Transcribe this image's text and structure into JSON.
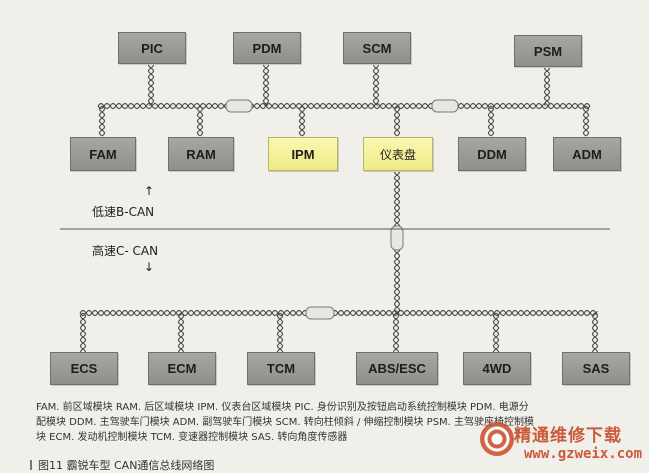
{
  "top_modules": [
    {
      "label": "PIC",
      "highlight": false
    },
    {
      "label": "PDM",
      "highlight": false
    },
    {
      "label": "SCM",
      "highlight": false
    },
    {
      "label": "PSM",
      "highlight": false
    }
  ],
  "mid_modules": [
    {
      "label": "FAM",
      "highlight": false
    },
    {
      "label": "RAM",
      "highlight": false
    },
    {
      "label": "IPM",
      "highlight": true
    },
    {
      "label": "仪表盘",
      "highlight": true
    },
    {
      "label": "DDM",
      "highlight": false
    },
    {
      "label": "ADM",
      "highlight": false
    }
  ],
  "bottom_modules": [
    {
      "label": "ECS",
      "highlight": false
    },
    {
      "label": "ECM",
      "highlight": false
    },
    {
      "label": "TCM",
      "highlight": false
    },
    {
      "label": "ABS/ESC",
      "highlight": false
    },
    {
      "label": "4WD",
      "highlight": false
    },
    {
      "label": "SAS",
      "highlight": false
    }
  ],
  "bus_labels": {
    "low_speed": "低速B-CAN",
    "high_speed": "高速C- CAN"
  },
  "arrows": {
    "up": "↑",
    "down": "↓"
  },
  "legend_lines": [
    "FAM. 前区域模块  RAM. 后区域模块  IPM. 仪表台区域模块  PIC. 身份识别及按钮启动系统控制模块  PDM. 电源分",
    "配模块  DDM. 主驾驶车门模块  ADM. 副驾驶车门模块  SCM. 转向柱倾斜 / 伸缩控制模块  PSM. 主驾驶座椅控制模",
    "块    ECM. 发动机控制模块  TCM. 变速器控制模块  SAS. 转向角度传感器"
  ],
  "caption": "图11   霸锐车型 CAN通信总线网络图",
  "watermark": {
    "name": "精通维修下载",
    "url": "www.gzweix.com"
  },
  "colors": {
    "module_gray": "#9c9c99",
    "module_highlight": "#f5f29a",
    "background": "#f0efea"
  }
}
